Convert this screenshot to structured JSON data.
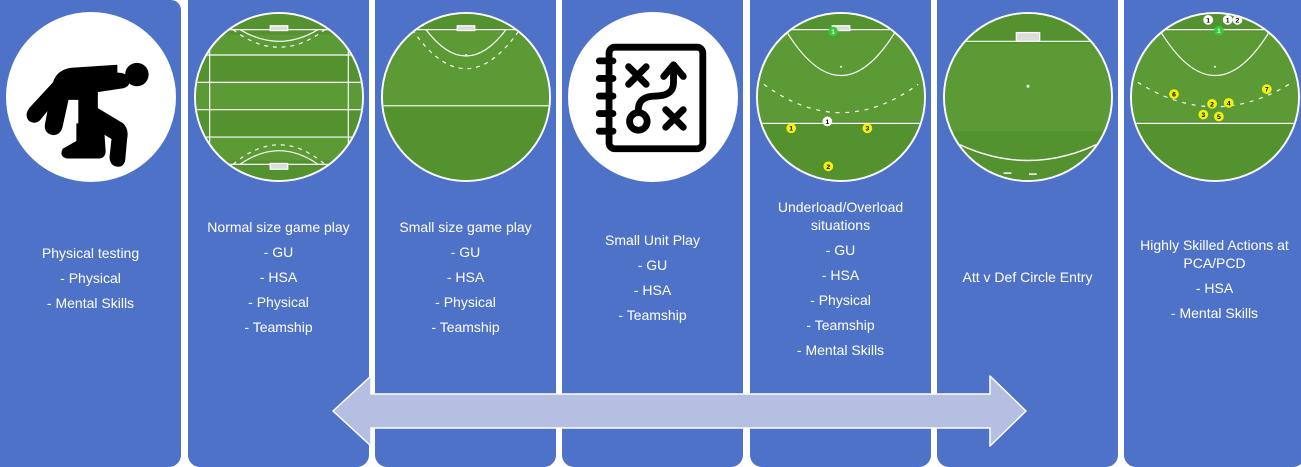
{
  "columns": [
    {
      "title": "Physical testing",
      "items": [
        "- Physical",
        "- Mental Skills"
      ]
    },
    {
      "title": "Normal size game play",
      "items": [
        "- GU",
        "- HSA",
        "- Physical",
        "- Teamship"
      ]
    },
    {
      "title": "Small size game play",
      "items": [
        "- GU",
        "- HSA",
        "- Physical",
        "- Teamship"
      ]
    },
    {
      "title": "Small Unit Play",
      "items": [
        "- GU",
        "- HSA",
        "- Teamship"
      ]
    },
    {
      "title": "Underload/Overload situations",
      "items": [
        "- GU",
        "- HSA",
        "- Physical",
        "- Teamship",
        "- Mental Skills"
      ]
    },
    {
      "title": "Att v Def Circle Entry",
      "items": []
    },
    {
      "title": "Highly Skilled Actions at PCA/PCD",
      "items": [
        "- HSA",
        "- Mental Skills"
      ]
    }
  ],
  "markers": {
    "col5": [
      "1",
      "1",
      "3",
      "2"
    ],
    "col7": [
      "1",
      "1",
      "2",
      "6",
      "2",
      "4",
      "7",
      "3",
      "5"
    ]
  },
  "colors": {
    "panel": "#4f72c9",
    "pitch": "#5b9a35",
    "arrow_fill": "#b4bfe2",
    "attacker": "#f2f20a",
    "keeper": "#33cc33"
  },
  "icons": [
    "crouching-athlete-icon",
    "tactics-playbook-icon"
  ]
}
